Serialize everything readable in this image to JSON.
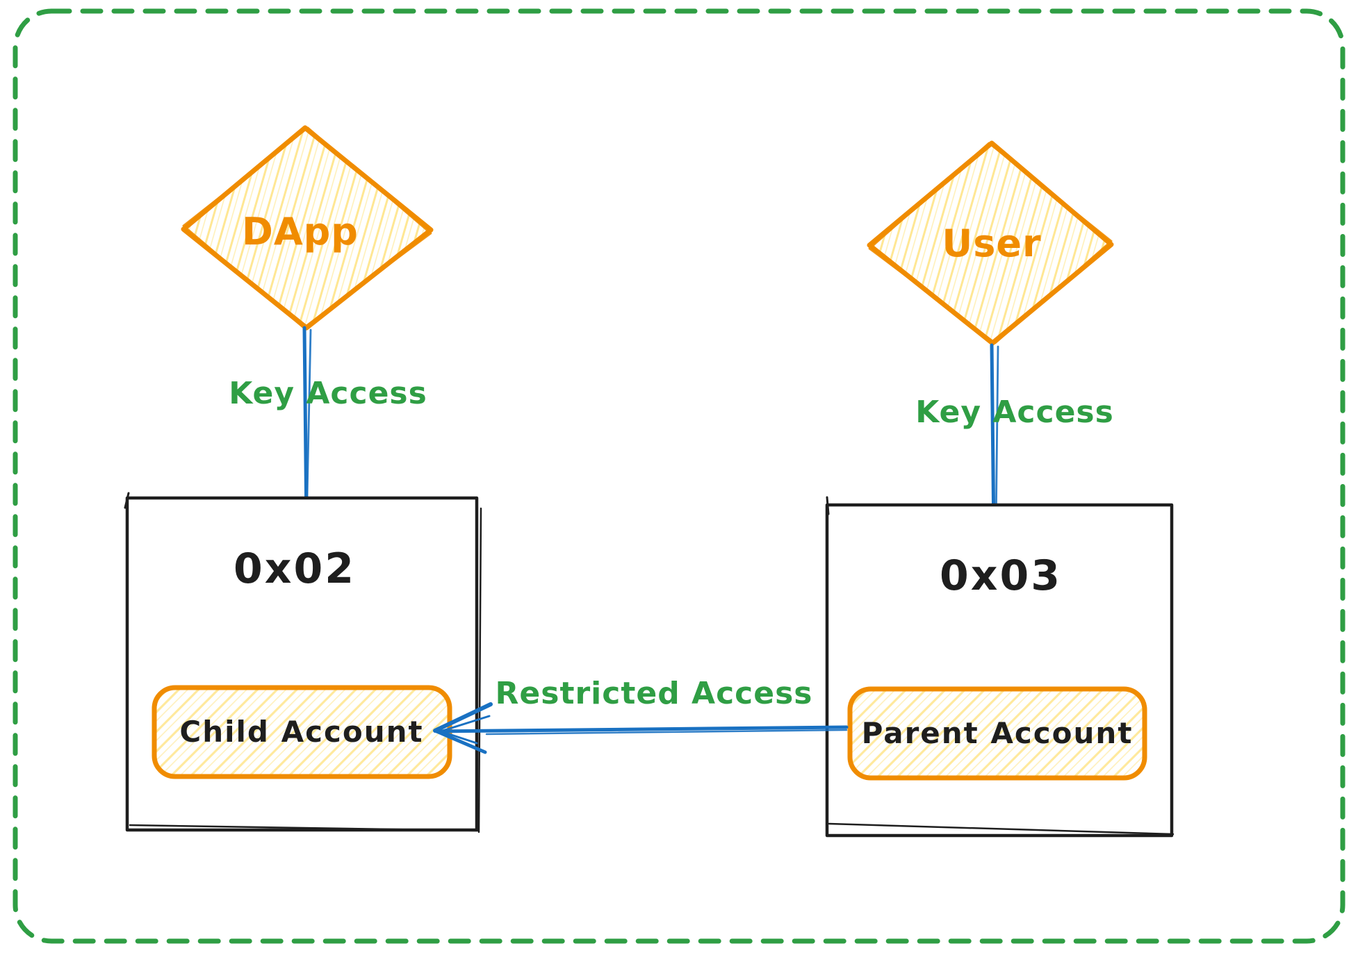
{
  "frame": {
    "style": "dashed-rounded",
    "color": "#2f9e44"
  },
  "palette": {
    "orange": "#f08c00",
    "hatch_yellow": "#ffd43b",
    "blue": "#1971c2",
    "green": "#2f9e44",
    "ink": "#1e1e1e",
    "background": "#ffffff"
  },
  "actors": [
    {
      "label": "DApp",
      "shape": "diamond"
    },
    {
      "label": "User",
      "shape": "diamond"
    }
  ],
  "accounts": [
    {
      "address": "0x02",
      "inner": {
        "label": "Child Account"
      }
    },
    {
      "address": "0x03",
      "inner": {
        "label": "Parent Account"
      }
    }
  ],
  "edges": [
    {
      "from": "DApp",
      "to": "0x02",
      "label": "Key Access"
    },
    {
      "from": "User",
      "to": "0x03",
      "label": "Key Access"
    },
    {
      "from": "Parent Account",
      "to": "Child Account",
      "label": "Restricted Access"
    }
  ]
}
